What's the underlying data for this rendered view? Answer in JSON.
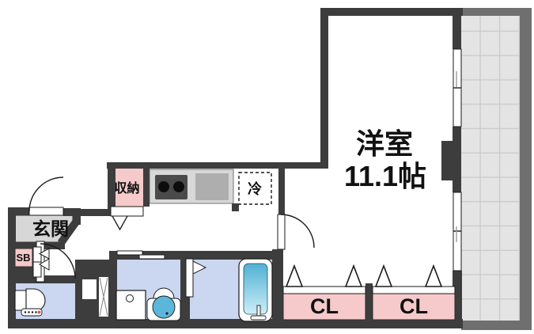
{
  "title": "apartment floor plan",
  "labels": {
    "entrance": "玄関",
    "shoe_box": "SB",
    "storage": "収納",
    "refrigerator": "冷",
    "main_room_name": "洋室",
    "main_room_size": "11.1帖",
    "closet_left": "CL",
    "closet_right": "CL"
  },
  "colors": {
    "wall": "#3d3d3d",
    "room_pink": "#f6caca",
    "wet_floor_blue": "#cbd6f0",
    "entrance_gray": "#d7d7d7",
    "balcony_frame": "#6f6f6f",
    "balcony_tile": "#e4e4e4",
    "balcony_tile_line": "#c9c9c9",
    "kitchen_counter": "#d8d8d8",
    "stove": "#4a4a4a",
    "sink": "#aeaeae",
    "bathtub_top": "#4fb0d4",
    "bathtub_bottom": "#cdeef8",
    "basin": "#5cb6da",
    "accent_dot_red": "#d95f5f",
    "text": "#111111"
  },
  "icons": [
    "entry-door-swing-icon",
    "hall-door-swing-icon",
    "room-door-swing-icon",
    "folding-door-triangle-icon",
    "sliding-door-icon",
    "stove-burners-icon",
    "sink-icon",
    "refrigerator-dashed-box-icon",
    "bathtub-icon",
    "washbasin-icon",
    "washing-machine-pan-icon",
    "toilet-icon",
    "pipe-space-cross-icon",
    "balcony-tile-grid-icon",
    "double-sliding-window-icon"
  ]
}
